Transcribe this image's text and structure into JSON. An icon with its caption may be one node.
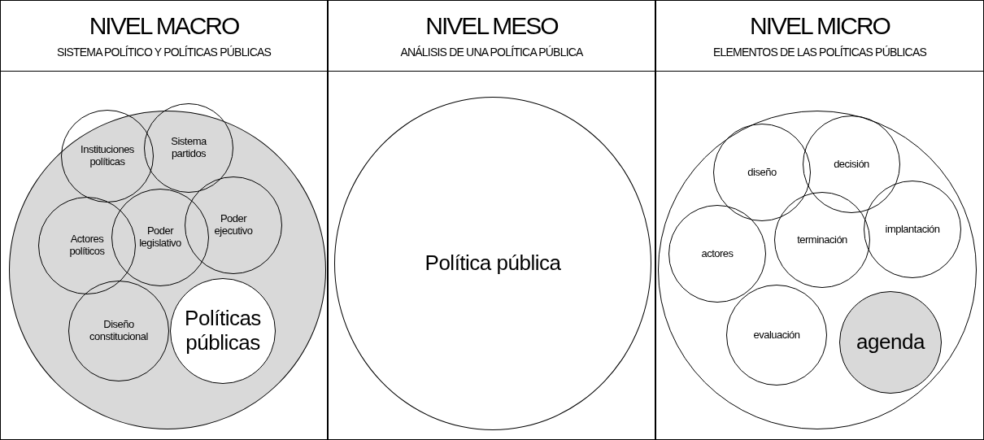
{
  "diagram": {
    "nodes": [
      {
        "text": [
          "NIVEL MACRO",
          "SISTEMA POLÍTICO Y POLÍTICAS PÚBLICAS"
        ]
      },
      {
        "text": [],
        "shape": "circle",
        "in": 0
      },
      {
        "text": [
          "Instituciones políticas"
        ],
        "in": 1
      },
      {
        "text": [
          "Sistema partidos"
        ],
        "in": 1
      },
      {
        "text": [
          "Poder ejecutivo"
        ],
        "in": 1
      },
      {
        "text": [
          "Actores políticos"
        ],
        "in": 1
      },
      {
        "text": [
          "Poder legislativo"
        ],
        "in": 1
      },
      {
        "text": [
          "Diseño constitucional"
        ],
        "in": 1
      },
      {
        "text": [
          "Políticas públicas"
        ],
        "in": 1
      },
      {
        "text": [
          "NIVEL MESO",
          "ANÁLISIS DE UNA POLÍTICA PÚBLICA"
        ]
      },
      {
        "text": [
          "Política pública"
        ],
        "in": 9
      },
      {
        "text": [
          "NIVEL MICRO",
          "ELEMENTOS DE LAS POLÍTICAS PÚBLICAS"
        ]
      },
      {
        "text": [],
        "shape": "circle",
        "in": 11
      },
      {
        "text": [
          "diseño"
        ],
        "in": 12
      },
      {
        "text": [
          "decisión"
        ],
        "in": 12
      },
      {
        "text": [
          "actores"
        ],
        "in": 12
      },
      {
        "text": [
          "terminación"
        ],
        "in": 12
      },
      {
        "text": [
          "implantación"
        ],
        "in": 12
      },
      {
        "text": [
          "evaluación"
        ],
        "in": 12
      },
      {
        "text": [
          "agenda"
        ],
        "in": 12
      }
    ]
  }
}
